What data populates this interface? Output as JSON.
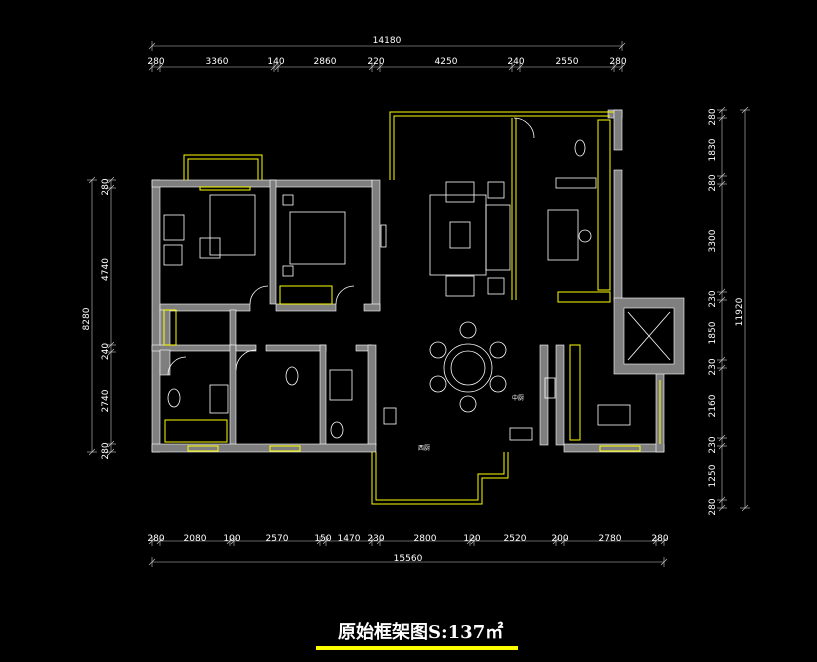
{
  "title": "原始框架图S:137㎡",
  "colors": {
    "background": "#000000",
    "wall": "#7f7f7f",
    "wall_edge": "#ffffff",
    "accent": "#ffff00",
    "dim_line": "#c8c8c8",
    "text": "#ffffff"
  },
  "dimensions": {
    "top_total": "14180",
    "top": [
      "280",
      "3360",
      "140",
      "2860",
      "220",
      "4250",
      "240",
      "2550",
      "280"
    ],
    "bottom_total": "15560",
    "bottom": [
      "280",
      "2080",
      "100",
      "2570",
      "150",
      "1470",
      "230",
      "2800",
      "120",
      "2520",
      "200",
      "2780",
      "280"
    ],
    "left_total": "8280",
    "left": [
      "280",
      "4740",
      "240",
      "2740",
      "280"
    ],
    "right_total": "11920",
    "right": [
      "280",
      "1830",
      "280",
      "3300",
      "230",
      "1850",
      "230",
      "2160",
      "230",
      "1250",
      "280"
    ]
  },
  "room_labels": {
    "kitchen": "中厨",
    "kitchen2": "西厨"
  }
}
